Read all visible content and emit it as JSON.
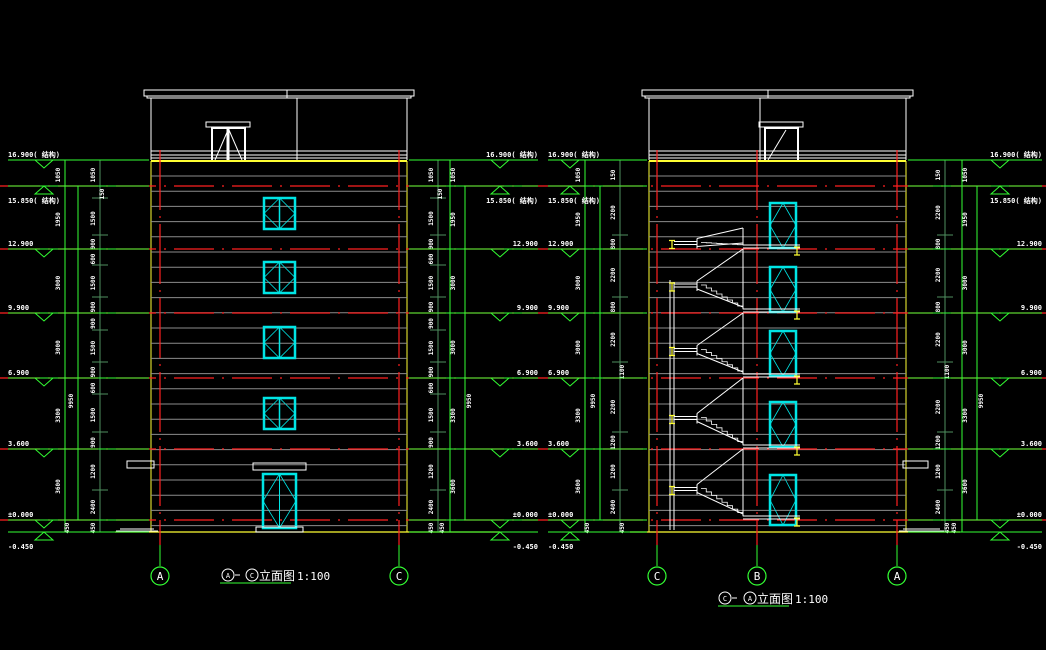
{
  "drawing": {
    "type": "CAD building elevation drawings",
    "background": "#000000",
    "colors": {
      "outline": "#ffffff",
      "dimension": "#33ff33",
      "dimension_ext": "#4f8f5f",
      "axis_line": "#ff2020",
      "window": "#00e5e5",
      "ground": "#ffff33",
      "floor_line": "#8c8c8c"
    }
  },
  "elevations": [
    {
      "id": "left",
      "title_from": "A",
      "title_to": "C",
      "title_text": "立面图",
      "scale": "1:100",
      "axes": [
        "A",
        "C"
      ],
      "elevation_labels_left": [
        "16.900(  结构)",
        "15.850(  结构)",
        "12.900",
        "9.900",
        "6.900",
        "3.600",
        "±0.000",
        "-0.450"
      ],
      "elevation_labels_right": [
        "16.900(  结构)",
        "15.850(  结构)",
        "12.900",
        "9.900",
        "6.900",
        "3.600",
        "±0.000",
        "-0.450"
      ],
      "dims_outer": [
        "1050",
        "1950",
        "3000",
        "3000",
        "3300",
        "3600",
        "450"
      ],
      "dims_total": [
        "9950",
        "9950"
      ],
      "dims_inner": [
        "1050",
        "150",
        "1500",
        "900",
        "600",
        "1500",
        "900",
        "900",
        "1500",
        "900",
        "600",
        "1500",
        "900",
        "1200",
        "2400",
        "450"
      ]
    },
    {
      "id": "right",
      "title_from": "C",
      "title_to": "A",
      "title_text": "立面图",
      "scale": "1:100",
      "axes": [
        "C",
        "B",
        "A"
      ],
      "elevation_labels_left": [
        "16.900(  结构)",
        "15.850(  结构)",
        "12.900",
        "9.900",
        "6.900",
        "3.600",
        "±0.000",
        "-0.450"
      ],
      "elevation_labels_right": [
        "16.900(  结构)",
        "15.850(  结构)",
        "12.900",
        "9.900",
        "6.900",
        "3.600",
        "±0.000",
        "-0.450"
      ],
      "dims_outer": [
        "1050",
        "1950",
        "3000",
        "3000",
        "3300",
        "3600",
        "450"
      ],
      "dims_total": [
        "9950",
        "9950"
      ],
      "dims_inner": [
        "150",
        "2200",
        "800",
        "2200",
        "800",
        "2200",
        "1100",
        "2200",
        "1200",
        "1200",
        "2400",
        "450"
      ]
    }
  ]
}
